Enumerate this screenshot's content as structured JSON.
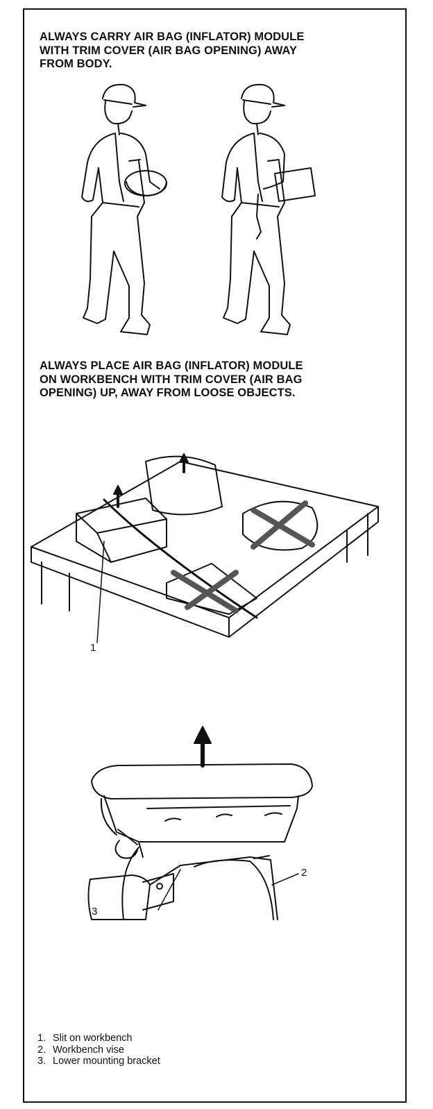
{
  "instruction_carry": {
    "lines": [
      "ALWAYS CARRY AIR BAG (INFLATOR) MODULE",
      "WITH TRIM COVER (AIR BAG OPENING) AWAY",
      "FROM BODY."
    ]
  },
  "instruction_place": {
    "lines": [
      "ALWAYS PLACE AIR BAG (INFLATOR) MODULE",
      "ON WORKBENCH WITH TRIM COVER (AIR BAG",
      "OPENING) UP, AWAY FROM LOOSE OBJECTS."
    ]
  },
  "callouts": {
    "bench_slit": "1",
    "vise": "2",
    "bracket": "3"
  },
  "legend": [
    {
      "number": "1.",
      "text": "Slit on workbench"
    },
    {
      "number": "2.",
      "text": "Workbench vise"
    },
    {
      "number": "3.",
      "text": "Lower mounting bracket"
    }
  ]
}
